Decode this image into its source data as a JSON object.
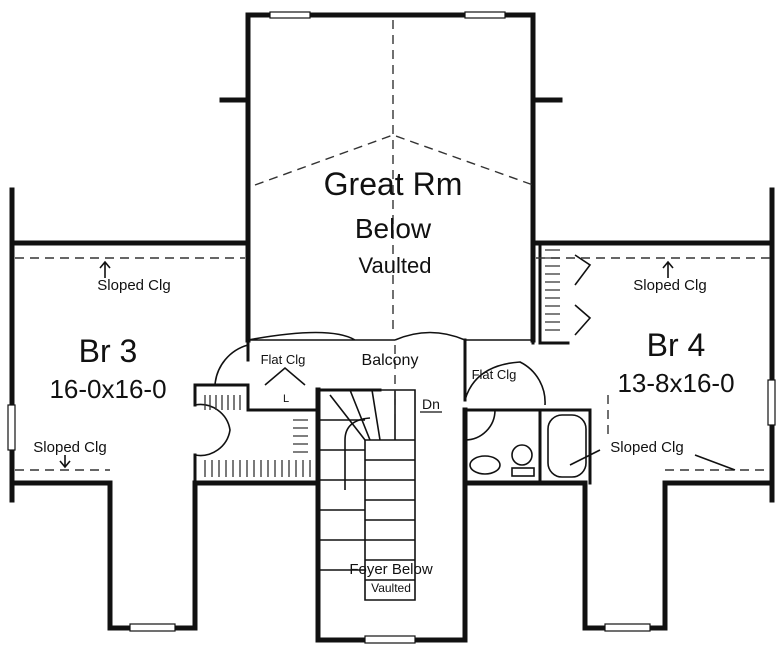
{
  "rooms": {
    "great_room": {
      "name": "Great Rm",
      "line2": "Below",
      "line3": "Vaulted"
    },
    "br3": {
      "name": "Br 3",
      "size": "16-0x16-0"
    },
    "br4": {
      "name": "Br 4",
      "size": "13-8x16-0"
    },
    "balcony": "Balcony",
    "foyer": {
      "name": "Foyer Below",
      "note": "Vaulted"
    }
  },
  "notes": {
    "sloped_br3_top": "Sloped Clg",
    "sloped_br3_bottom": "Sloped Clg",
    "sloped_br4_top": "Sloped Clg",
    "sloped_br4_bottom": "Sloped Clg",
    "flat_left": "Flat Clg",
    "flat_right": "Flat Clg",
    "stair_down": "Dn",
    "linen": "L"
  }
}
